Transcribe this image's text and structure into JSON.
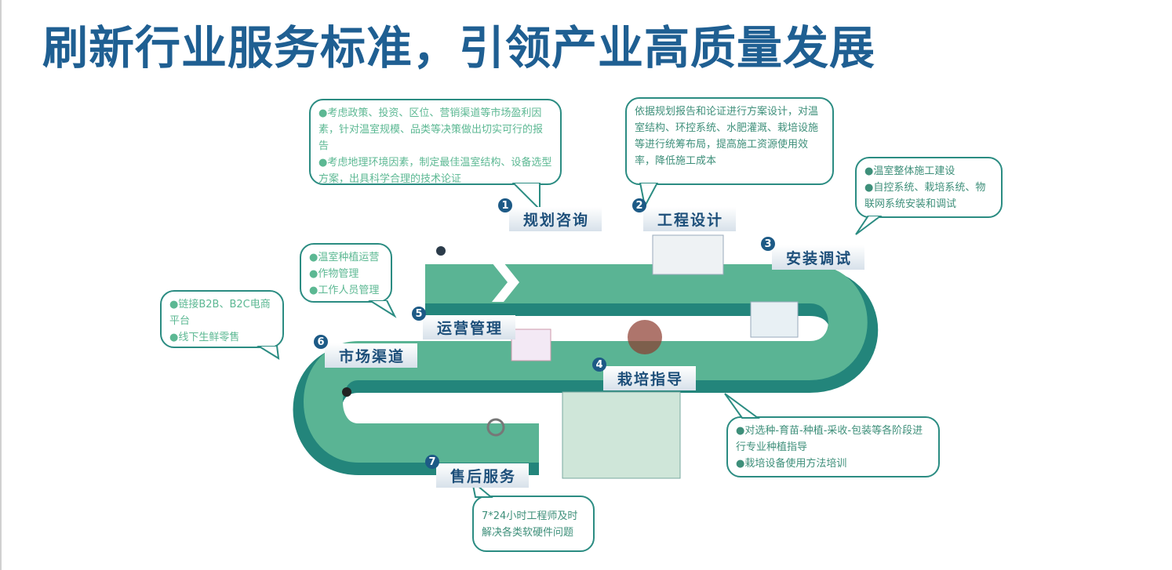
{
  "title": "刷新行业服务标准，引领产业高质量发展",
  "steps": [
    {
      "num": "1",
      "label": "规划咨询"
    },
    {
      "num": "2",
      "label": "工程设计"
    },
    {
      "num": "3",
      "label": "安装调试"
    },
    {
      "num": "4",
      "label": "栽培指导"
    },
    {
      "num": "5",
      "label": "运营管理"
    },
    {
      "num": "6",
      "label": "市场渠道"
    },
    {
      "num": "7",
      "label": "售后服务"
    }
  ],
  "bubbles": {
    "planning": [
      "●考虑政策、投资、区位、营销渠道等市场盈利因素，针对温室规模、品类等决策做出切实可行的报告",
      "●考虑地理环境因素，制定最佳温室结构、设备选型方案，出具科学合理的技术论证"
    ],
    "design": [
      "依据规划报告和论证进行方案设计，对温室结构、环控系统、水肥灌溉、栽培设施等进行统筹布局，提高施工资源使用效率，降低施工成本"
    ],
    "install": [
      "●温室整体施工建设",
      "●自控系统、栽培系统、物联网系统安装和调试"
    ],
    "operation": [
      "●温室种植运营",
      "●作物管理",
      "●工作人员管理"
    ],
    "market": [
      "●链接B2B、B2C电商平台",
      "●线下生鲜零售"
    ],
    "cultivation": [
      "●对选种-育苗-种植-采收-包装等各阶段进行专业种植指导",
      "●栽培设备使用方法培训"
    ],
    "aftersales": [
      "7*24小时工程师及时解决各类软硬件问题"
    ]
  },
  "colors": {
    "title": "#1f5f92",
    "road": "#5ab494",
    "road_dark": "#1e8a80",
    "bubble_border": "#2b8c82"
  }
}
